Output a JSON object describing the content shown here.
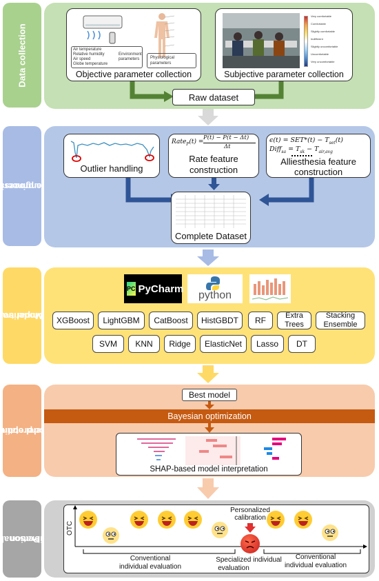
{
  "stages": {
    "collection": "Data collection",
    "processing": [
      "Data processing and",
      "feature engineering"
    ],
    "training": [
      "Model training",
      "and comparison"
    ],
    "optimization": [
      "Model optimization",
      "and interpretation"
    ],
    "calibration": [
      "Personalized",
      "calibration"
    ]
  },
  "collection": {
    "objective_label": "Objective parameter collection",
    "subjective_label": "Subjective parameter collection",
    "raw_dataset": "Raw dataset",
    "env_params": [
      "Air temperature",
      "Relative humidity",
      "Air speed",
      "Globe temperature"
    ],
    "env_group_label": [
      "Environment",
      "parameters"
    ],
    "physio_label": [
      "Physiological",
      "parameters"
    ],
    "scale_items": [
      "Very comfortable",
      "Comfortable",
      "Slightly comfortable",
      "Indifferent",
      "Slightly uncomfortable",
      "Uncomfortable",
      "Very uncomfortable"
    ]
  },
  "processing": {
    "outlier": "Outlier handling",
    "rate": [
      "Rate feature",
      "construction"
    ],
    "alliesthesia": [
      "Alliesthesia feature",
      "construction"
    ],
    "complete": "Complete Dataset",
    "rate_formula": "Rate_P(t) = (P(t) − P(t − Δt)) / Δt",
    "rate_lhs": "Rate",
    "rate_sub": "P",
    "rate_t": "(t) =",
    "rate_num": "P(t) − P(t − Δt)",
    "rate_den": "Δt",
    "allies_f1": "ϵ(t) = SET*(t) − T",
    "allies_f1_sub": "set",
    "allies_f1_end": "(t)",
    "allies_f2": "Diff",
    "allies_f2_sub": "sa",
    "allies_f2_mid": " = T",
    "allies_f2_sub2": "sk",
    "allies_f2_mid2": " − T",
    "allies_f2_sub3": "air,avg"
  },
  "training": {
    "tools": [
      "PyCharm",
      "python"
    ],
    "pycharm_badge": "PC",
    "models_row1": [
      "XGBoost",
      "LightGBM",
      "CatBoost",
      "HistGBDT",
      "RF",
      "Extra Trees",
      "Stacking Ensemble"
    ],
    "models_row2": [
      "SVM",
      "KNN",
      "Ridge",
      "ElasticNet",
      "Lasso",
      "DT"
    ]
  },
  "optimization": {
    "best_model": "Best model",
    "bayes": "Bayesian optimization",
    "shap": "SHAP-based model interpretation"
  },
  "calibration": {
    "axis": "OTC",
    "personalized": [
      "Personalized",
      "calibration"
    ],
    "conventional_left": [
      "Conventional",
      "individual evaluation"
    ],
    "specialized": [
      "Specialized individual",
      "evaluation"
    ],
    "conventional_right": [
      "Conventional",
      "individual evaluation"
    ]
  },
  "colors": {
    "green_side": "#a9d18e",
    "green_panel": "#c5e0b4",
    "blue_side": "#a7bbe5",
    "blue_panel": "#b4c7e7",
    "yellow_side": "#ffd966",
    "yellow_panel": "#ffe277",
    "orange_side": "#f4b183",
    "orange_panel": "#f8cbad",
    "gray_side": "#a6a6a6",
    "gray_panel": "#d0d0d0",
    "green_arrow": "#548235",
    "blue_arrow": "#2f5597",
    "orange_bar": "#c55a11"
  }
}
